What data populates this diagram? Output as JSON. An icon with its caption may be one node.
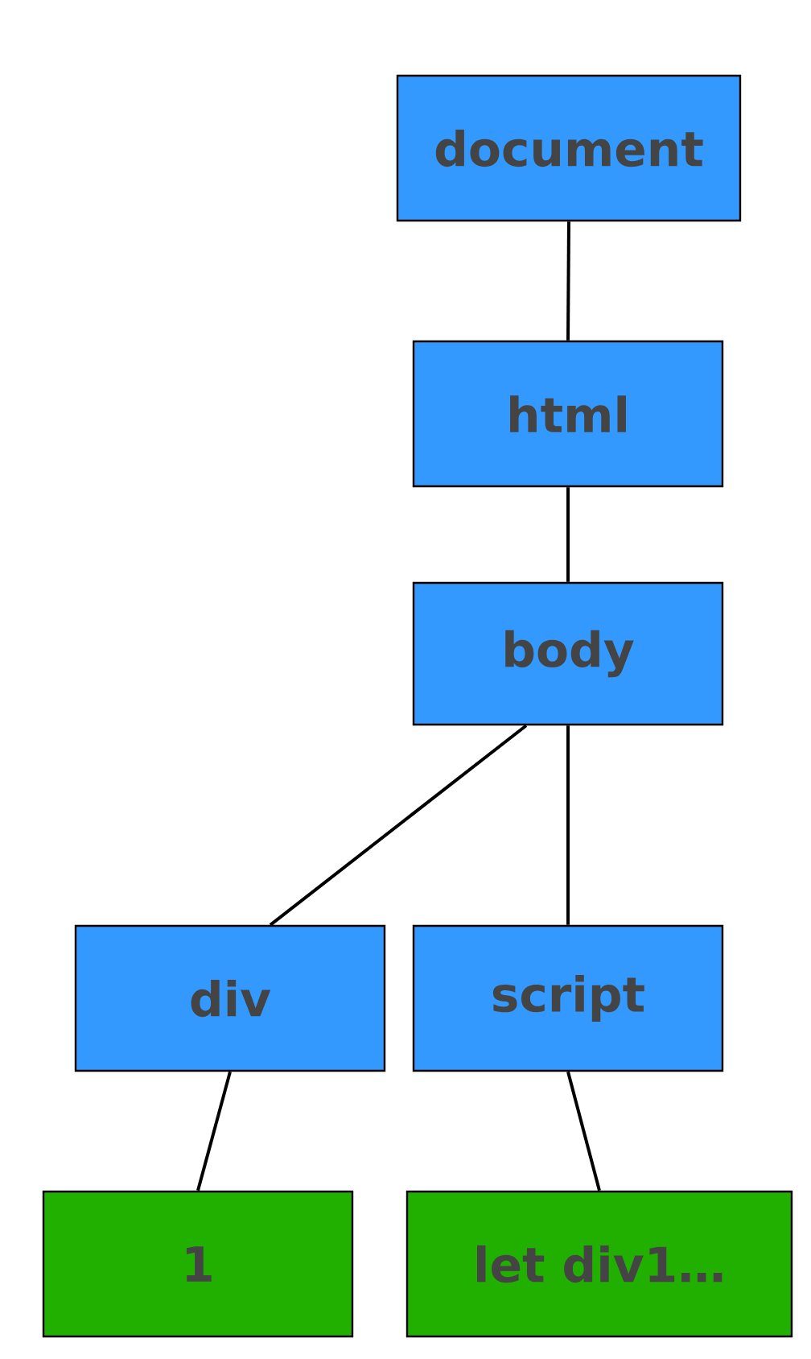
{
  "diagram": {
    "nodes": [
      {
        "text": [
          "document"
        ]
      },
      {
        "text": [
          "html"
        ]
      },
      {
        "text": [
          "body"
        ]
      },
      {
        "text": [
          "div"
        ]
      },
      {
        "text": [
          "script"
        ]
      },
      {
        "text": [
          "1"
        ]
      },
      {
        "text": [
          "let div1…"
        ]
      }
    ],
    "edges": [
      {
        "from": 0,
        "to": 1,
        "arrow": "none"
      },
      {
        "from": 1,
        "to": 2,
        "arrow": "none"
      },
      {
        "from": 2,
        "to": 3,
        "arrow": "none"
      },
      {
        "from": 2,
        "to": 4,
        "arrow": "none"
      },
      {
        "from": 3,
        "to": 5,
        "arrow": "none"
      },
      {
        "from": 4,
        "to": 6,
        "arrow": "none"
      }
    ]
  }
}
